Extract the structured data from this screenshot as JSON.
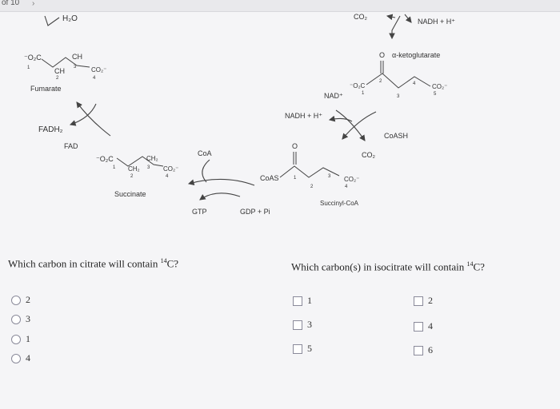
{
  "header": {
    "page_indicator": "of 10",
    "nav_arrow": "chevron-right-icon"
  },
  "scheme": {
    "h2o": "H₂O",
    "fumarate": {
      "o2c": "⁻O₂C",
      "c1": "1",
      "ch_top": "CH",
      "ch_mid": "CH",
      "c2": "2",
      "c3": "3",
      "co2": "CO₂⁻",
      "c4": "4",
      "name": "Fumarate"
    },
    "fadh2": "FADH₂",
    "fad": "FAD",
    "succinate": {
      "o2c": "⁻O₂C",
      "c1": "1",
      "ch2a": "CH₂",
      "c2": "2",
      "ch2b": "CH₂",
      "c3": "3",
      "co2": "CO₂⁻",
      "c4": "4",
      "name": "Succinate"
    },
    "coa": "CoA",
    "gtp": "GTP",
    "gdp": "GDP + Pi",
    "succinyl": {
      "coas": "CoAS",
      "o": "O",
      "c1": "1",
      "c2": "2",
      "c3": "3",
      "co2": "CO₂⁻",
      "c4": "4",
      "name": "Succinyl-CoA"
    },
    "nadh_left": "NADH + H⁺",
    "nad_plus": "NAD⁺",
    "co2_release": "CO₂",
    "coash": "CoASH",
    "akg": {
      "o": "O",
      "name": "α-ketoglutarate",
      "o2c": "⁻O₂C",
      "c1": "1",
      "c2": "2",
      "c3": "3",
      "c4": "4",
      "co2": "CO₂⁻",
      "c5": "5"
    },
    "co2_top": "CO₂",
    "nadh_top": "NADH + H⁺"
  },
  "questions": {
    "q1": {
      "text_pre": "Which carbon in citrate will contain ",
      "sup": "14",
      "text_post": "C?",
      "options": [
        "2",
        "3",
        "1",
        "4"
      ]
    },
    "q2": {
      "text_pre": "Which carbon(s) in isocitrate will contain ",
      "sup": "14",
      "text_post": "C?",
      "options": [
        "1",
        "2",
        "3",
        "4",
        "5",
        "6"
      ]
    }
  }
}
